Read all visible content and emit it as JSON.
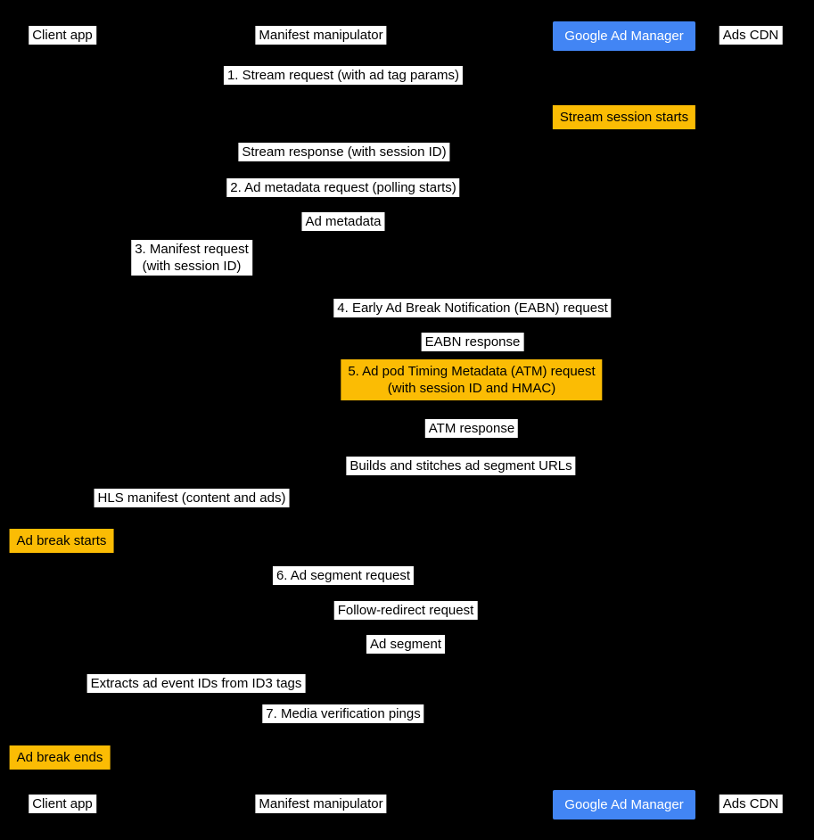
{
  "colors": {
    "background": "#000000",
    "label_bg": "#ffffff",
    "label_text": "#000000",
    "note_bg": "#fbbc04",
    "actor_highlight_bg": "#4285f4",
    "actor_highlight_text": "#ffffff"
  },
  "actors": {
    "client_app": "Client app",
    "manifest_manipulator": "Manifest manipulator",
    "google_ad_manager": "Google Ad Manager",
    "ads_cdn": "Ads CDN"
  },
  "messages": {
    "stream_request": "1. Stream request (with ad tag params)",
    "stream_session_starts": "Stream session starts",
    "stream_response": "Stream response (with session ID)",
    "ad_metadata_request": "2. Ad metadata request (polling starts)",
    "ad_metadata": "Ad metadata",
    "manifest_request": "3. Manifest request\n(with session ID)",
    "eabn_request": "4. Early Ad Break Notification (EABN) request",
    "eabn_response": "EABN response",
    "atm_request": "5. Ad pod Timing Metadata (ATM) request\n(with session ID and HMAC)",
    "atm_response": "ATM response",
    "builds_and_stitches": "Builds and stitches ad segment URLs",
    "hls_manifest": "HLS manifest (content and ads)",
    "ad_break_starts": "Ad break starts",
    "ad_segment_request": "6. Ad segment request",
    "follow_redirect_request": "Follow-redirect request",
    "ad_segment": "Ad segment",
    "extracts_ids": "Extracts ad event IDs from ID3 tags",
    "media_verification_pings": "7. Media verification pings",
    "ad_break_ends": "Ad break ends"
  }
}
